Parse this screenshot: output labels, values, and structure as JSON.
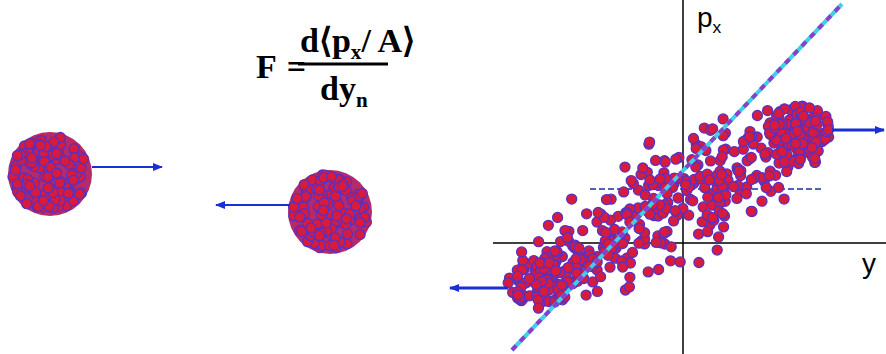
{
  "diagram": {
    "labels": [
      "F",
      "=",
      "d⟨p",
      "x",
      "/ A⟩",
      "dy",
      "n",
      "p",
      "x",
      "y"
    ]
  }
}
